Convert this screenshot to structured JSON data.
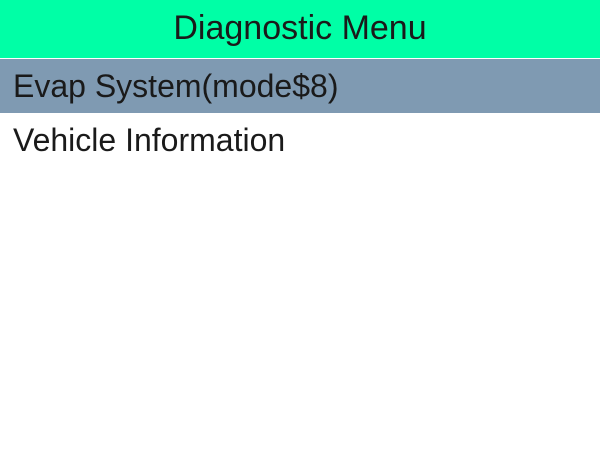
{
  "header": {
    "title": "Diagnostic Menu"
  },
  "menu": {
    "selected_index": 0,
    "items": [
      {
        "label": "Evap System(mode$8)"
      },
      {
        "label": "Vehicle Information"
      }
    ]
  },
  "colors": {
    "header_bg": "#00ffa6",
    "selected_bg": "#7f9ab2",
    "page_bg": "#ffffff",
    "text": "#1a1a1a"
  }
}
